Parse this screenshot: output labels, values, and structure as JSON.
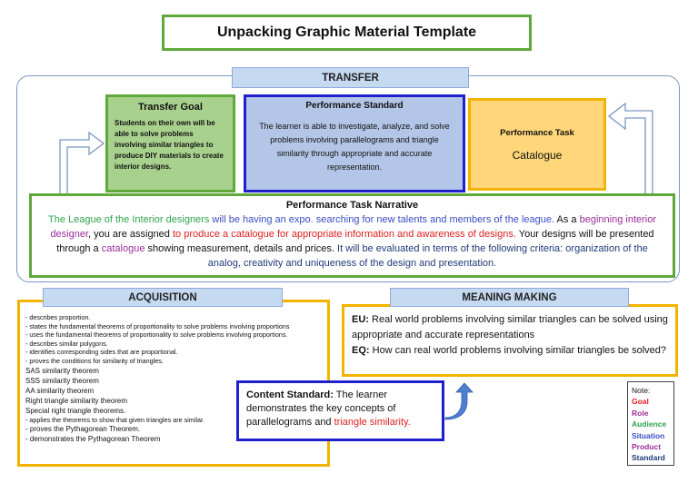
{
  "title": "Unpacking Graphic Material Template",
  "transfer": {
    "tab": "TRANSFER",
    "goal": {
      "heading": "Transfer Goal",
      "text": "Students on their own will be able to solve problems involving similar triangles to produce DIY materials to create interior designs."
    },
    "standard": {
      "heading": "Performance Standard",
      "text": "The learner is able to investigate, analyze, and solve problems involving parallelograms and triangle similarity through appropriate and accurate representation."
    },
    "task": {
      "heading": "Performance Task",
      "text": "Catalogue"
    }
  },
  "narrative": {
    "heading": "Performance Task Narrative",
    "segments": [
      {
        "text": "The League of the Interior designers",
        "color": "#2ea44f"
      },
      {
        "text": " will be having an expo. searching for new talents and members of the league.",
        "color": "#3a4dc4"
      },
      {
        "text": " As a ",
        "color": "#111111"
      },
      {
        "text": "beginning interior designer",
        "color": "#9b2d9b"
      },
      {
        "text": ", you are assigned ",
        "color": "#111111"
      },
      {
        "text": "to produce a catalogue for appropriate information and awareness of designs.",
        "color": "#e02020"
      },
      {
        "text": " Your designs will be presented through a ",
        "color": "#111111"
      },
      {
        "text": "catalogue",
        "color": "#9b2d9b"
      },
      {
        "text": " showing measurement, details and prices.",
        "color": "#111111"
      },
      {
        "text": " It will be evaluated in terms of the following criteria: organization of the analog, creativity and uniqueness of the design and presentation.",
        "color": "#1f3a7a"
      }
    ]
  },
  "acquisition": {
    "tab": "ACQUISITION",
    "items": [
      "- describes proportion.",
      "- states the fundamental theorems of proportionality to solve problems involving proportions",
      "- uses the fundamental theorems of proportionality to solve problems involving proportions.",
      "- describes similar polygons.",
      "- identifies corresponding sides that are proportional.",
      "- proves the conditions for similarity of triangles.",
      "SAS similarity theorem",
      "SSS similarity theorem",
      "AA similarity theorem",
      "Right triangle similarity theorem",
      "Special right triangle theorems.",
      "- applies the theorems to show that given triangles are similar.",
      "- proves the Pythagorean Theorem.",
      "- demonstrates the Pythagorean Theorem"
    ]
  },
  "meaning_making": {
    "tab": "MEANING MAKING",
    "eu_label": "EU:",
    "eu_text": " Real world problems involving similar triangles can be solved using  appropriate and accurate representations",
    "eq_label": "EQ:",
    "eq_text": " How can real world problems involving similar triangles be solved?"
  },
  "content_standard": {
    "label": "Content Standard:",
    "text": " The learner demonstrates the key concepts of parallelograms and ",
    "text_red": "triangle similarity."
  },
  "note": {
    "items": [
      {
        "text": "Note:",
        "color": "#111111"
      },
      {
        "text": "Goal",
        "color": "#e02020"
      },
      {
        "text": "Role",
        "color": "#9b2d9b"
      },
      {
        "text": "Audience",
        "color": "#2ea44f"
      },
      {
        "text": "Situation",
        "color": "#3a4dc4"
      },
      {
        "text": "Product",
        "color": "#9b2d9b"
      },
      {
        "text": "Standard",
        "color": "#1f3a7a"
      }
    ]
  },
  "colors": {
    "green_border": "#5fa83a",
    "blue_border": "#1f1fcc",
    "gold_border": "#f2b400",
    "tab_fill": "#c5d9f1"
  }
}
